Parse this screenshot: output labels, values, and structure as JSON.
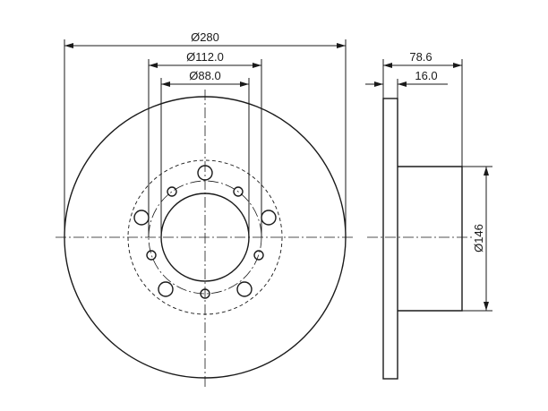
{
  "dimensions": {
    "outer_diameter": "Ø280",
    "bolt_circle": "Ø112.0",
    "center_bore": "Ø88.0",
    "total_height": "78.6",
    "disc_thickness": "16.0",
    "hat_diameter": "Ø146"
  }
}
